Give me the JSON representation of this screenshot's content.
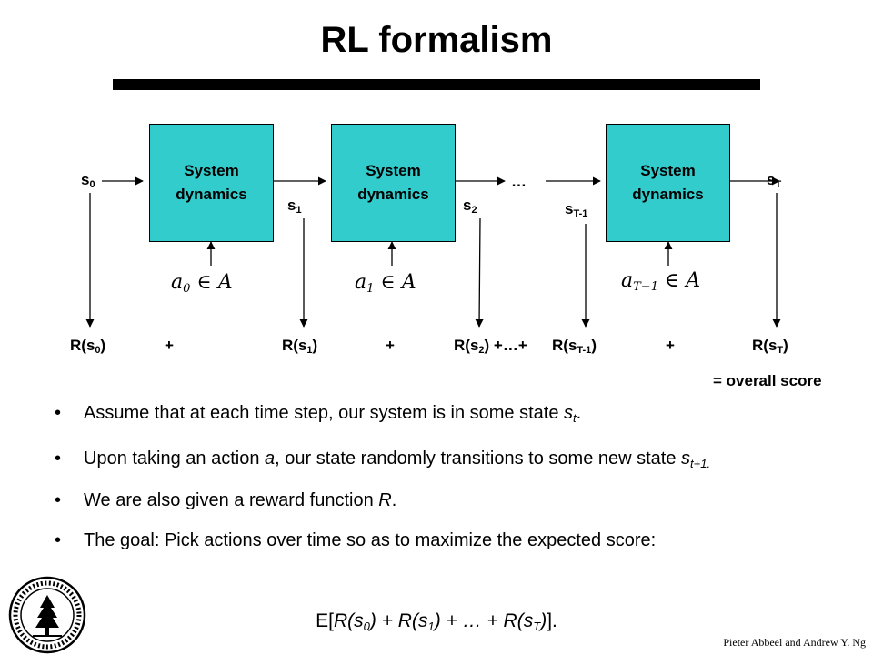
{
  "title": "RL formalism",
  "diagram": {
    "boxes": [
      {
        "line1": "System",
        "line2": "dynamics"
      },
      {
        "line1": "System",
        "line2": "dynamics"
      },
      {
        "line1": "System",
        "line2": "dynamics"
      }
    ],
    "states": {
      "s0": {
        "base": "s",
        "sub": "0"
      },
      "s1": {
        "base": "s",
        "sub": "1"
      },
      "s2": {
        "base": "s",
        "sub": "2"
      },
      "sT1": {
        "base": "s",
        "sub": "T-1"
      },
      "sT": {
        "base": "s",
        "sub": "T"
      }
    },
    "ellipsis": "…",
    "actions": [
      {
        "var": "a",
        "sub": "0",
        "rel": "∈",
        "set": "A"
      },
      {
        "var": "a",
        "sub": "1",
        "rel": "∈",
        "set": "A"
      },
      {
        "var": "a",
        "sub": "T−1",
        "rel": "∈",
        "set": "A"
      }
    ],
    "rewards": {
      "r0": {
        "pre": "R(s",
        "sub": "0",
        "post": ")"
      },
      "plus1": "+",
      "r1": {
        "pre": "R(s",
        "sub": "1",
        "post": ")"
      },
      "plus2": "+",
      "r2": {
        "pre": "R(s",
        "sub": "2",
        "post": ") +…+"
      },
      "rT1": {
        "pre": "R(s",
        "sub": "T-1",
        "post": ")"
      },
      "plus3": "+",
      "rT": {
        "pre": "R(s",
        "sub": "T",
        "post": ")"
      }
    },
    "overall": "= overall score"
  },
  "bullets": {
    "marker": "•",
    "b1": {
      "text": "Assume that at each time step, our system is in some state ",
      "var": "s",
      "sub": "t",
      "end": "."
    },
    "b2": {
      "text1": "Upon taking an action ",
      "action": "a",
      "text2": ", our state randomly transitions to some new state ",
      "var": "s",
      "sub": "t+1."
    },
    "b3": {
      "text": "We are also given a reward function ",
      "var": "R",
      "end": "."
    },
    "b4": {
      "text": "The goal: Pick actions over time so as to maximize the expected score:"
    }
  },
  "formula": {
    "open": "E[",
    "p1": "R(s",
    "s1": "0",
    "p2": ") + R(s",
    "s2": "1",
    "p3": ") + … + R(s",
    "s3": "T",
    "p4": ")",
    "close": "]."
  },
  "credit": "Pieter Abbeel and Andrew Y. Ng",
  "seal": {
    "name": "Stanford University seal",
    "color": "#000000"
  }
}
